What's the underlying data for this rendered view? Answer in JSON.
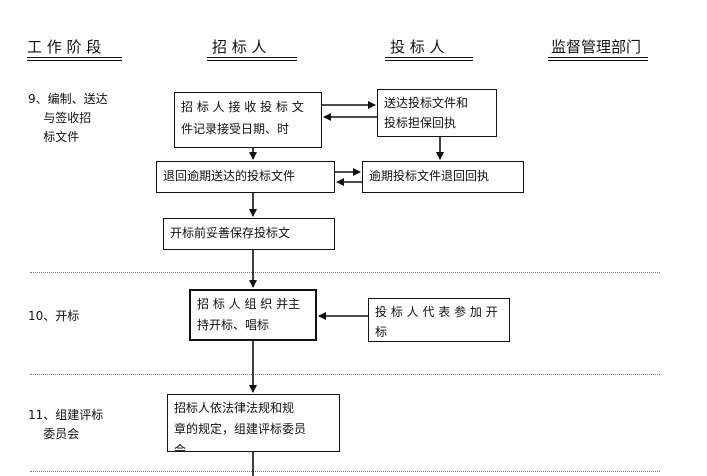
{
  "headers": {
    "stage": "工 作 阶 段",
    "tenderer": "招  标  人",
    "bidder": "投  标  人",
    "supervisor": "监督管理部门"
  },
  "stages": {
    "s9": "9、编制、送达\n    与签收招\n    标文件",
    "s10": "10、开标",
    "s11": "11、组建评标\n    委员会"
  },
  "boxes": {
    "receive": [
      "招 标 人 接 收 投 标 文",
      "件记录接受日期、时"
    ],
    "deliver": [
      "送达投标文件和",
      "投标担保回执"
    ],
    "return_late": [
      "退回逾期送达的投标文件"
    ],
    "late_return": [
      "逾期投标文件退回回执"
    ],
    "keep": [
      "开标前妥善保存投标文"
    ],
    "open": [
      "招 标 人 组 织 并主",
      "持开标、唱标"
    ],
    "rep": [
      "投 标 人 代 表 参 加 开",
      "标"
    ],
    "committee": [
      "招标人依法律法规和规",
      "章的规定，组建评标委员",
      "会"
    ]
  }
}
